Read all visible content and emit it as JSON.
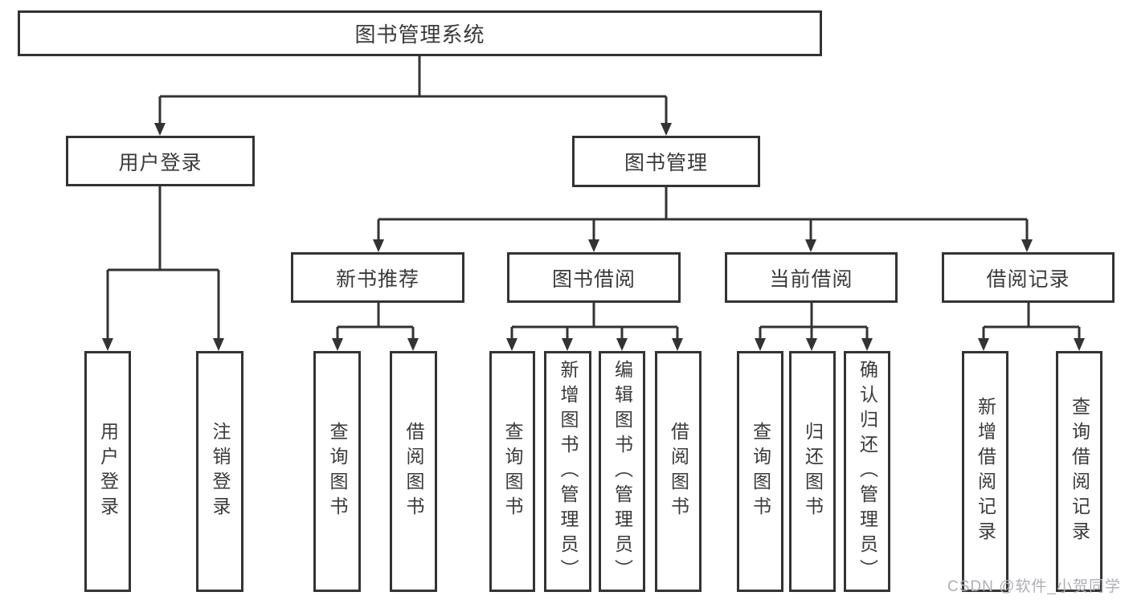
{
  "colors": {
    "line": "#333333",
    "box_border": "#333333",
    "text": "#3a3a3a",
    "watermark": "#aeaeb4",
    "background": "#ffffff"
  },
  "tree": {
    "root": {
      "label": "图书管理系统",
      "children": [
        {
          "label": "用户登录",
          "children": [
            {
              "label": "用户登录"
            },
            {
              "label": "注销登录"
            }
          ]
        },
        {
          "label": "图书管理",
          "children": [
            {
              "label": "新书推荐",
              "children": [
                {
                  "label": "查询图书"
                },
                {
                  "label": "借阅图书"
                }
              ]
            },
            {
              "label": "图书借阅",
              "children": [
                {
                  "label": "查询图书"
                },
                {
                  "label": "新增图书（管理员）"
                },
                {
                  "label": "编辑图书（管理员）"
                },
                {
                  "label": "借阅图书"
                }
              ]
            },
            {
              "label": "当前借阅",
              "children": [
                {
                  "label": "查询图书"
                },
                {
                  "label": "归还图书"
                },
                {
                  "label": "确认归还（管理员）"
                }
              ]
            },
            {
              "label": "借阅记录",
              "children": [
                {
                  "label": "新增借阅记录"
                },
                {
                  "label": "查询借阅记录"
                }
              ]
            }
          ]
        }
      ]
    }
  },
  "watermark": "CSDN @软件_小贺同学"
}
